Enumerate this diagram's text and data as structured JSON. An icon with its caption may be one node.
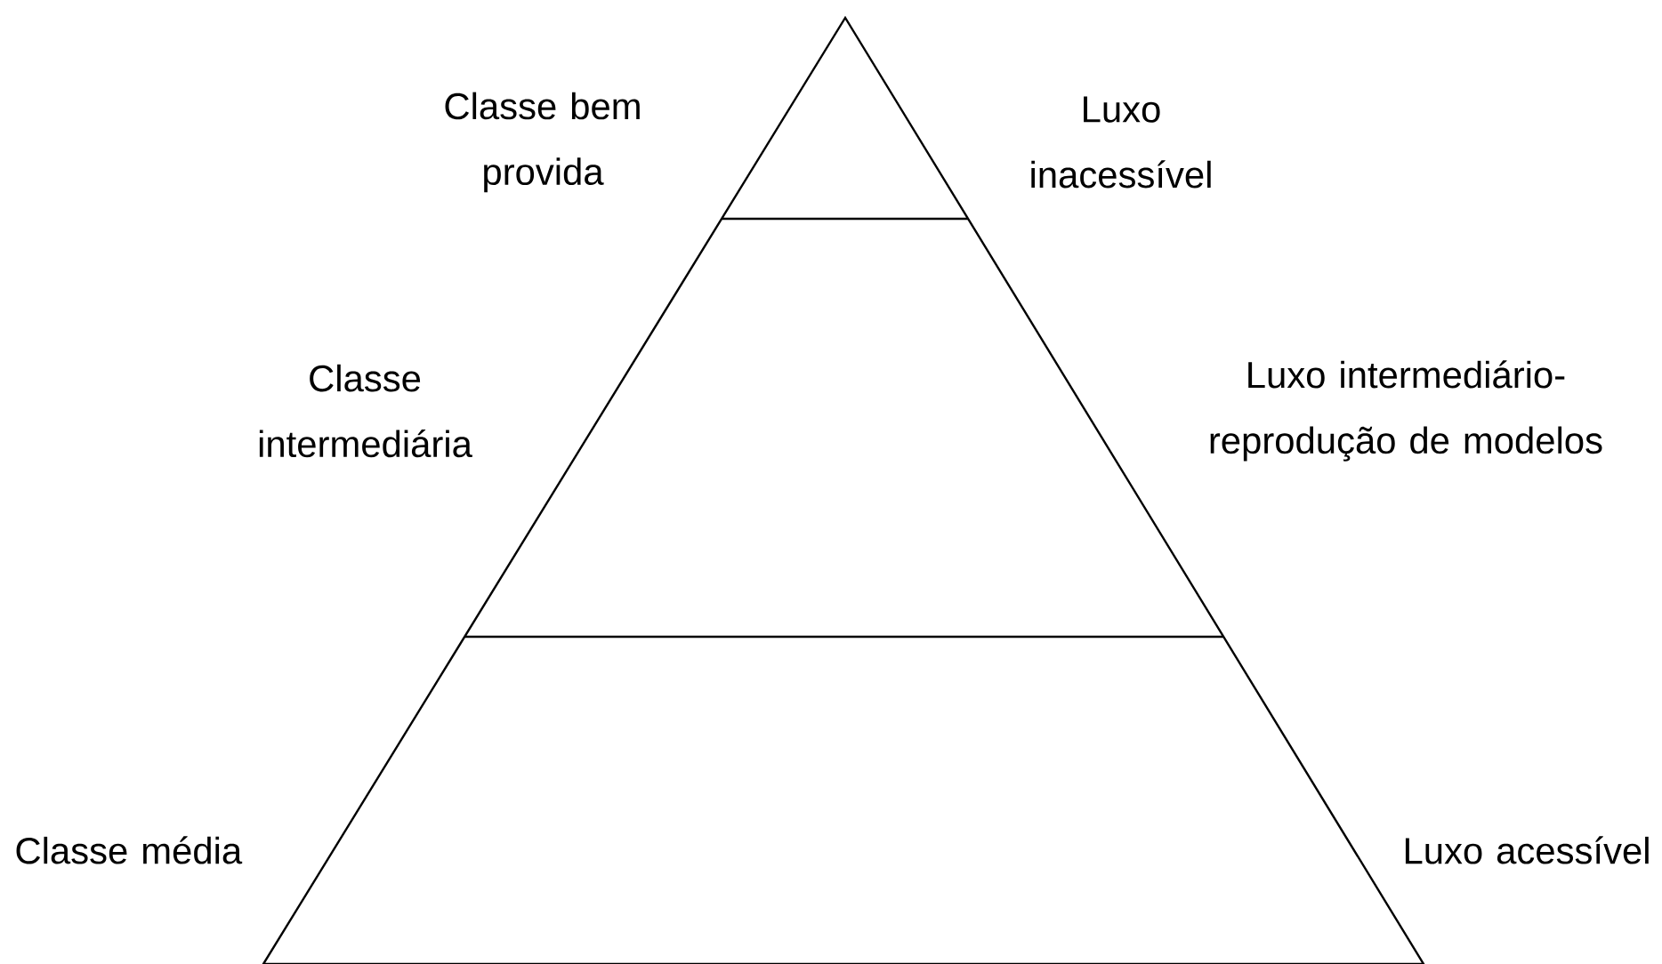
{
  "diagram": {
    "labels": [
      "Classe bem provida",
      "Luxo inacessível",
      "Classe intermediária",
      "Luxo intermediário-reprodução de modelos",
      "Classe média",
      "Luxo acessível"
    ]
  }
}
